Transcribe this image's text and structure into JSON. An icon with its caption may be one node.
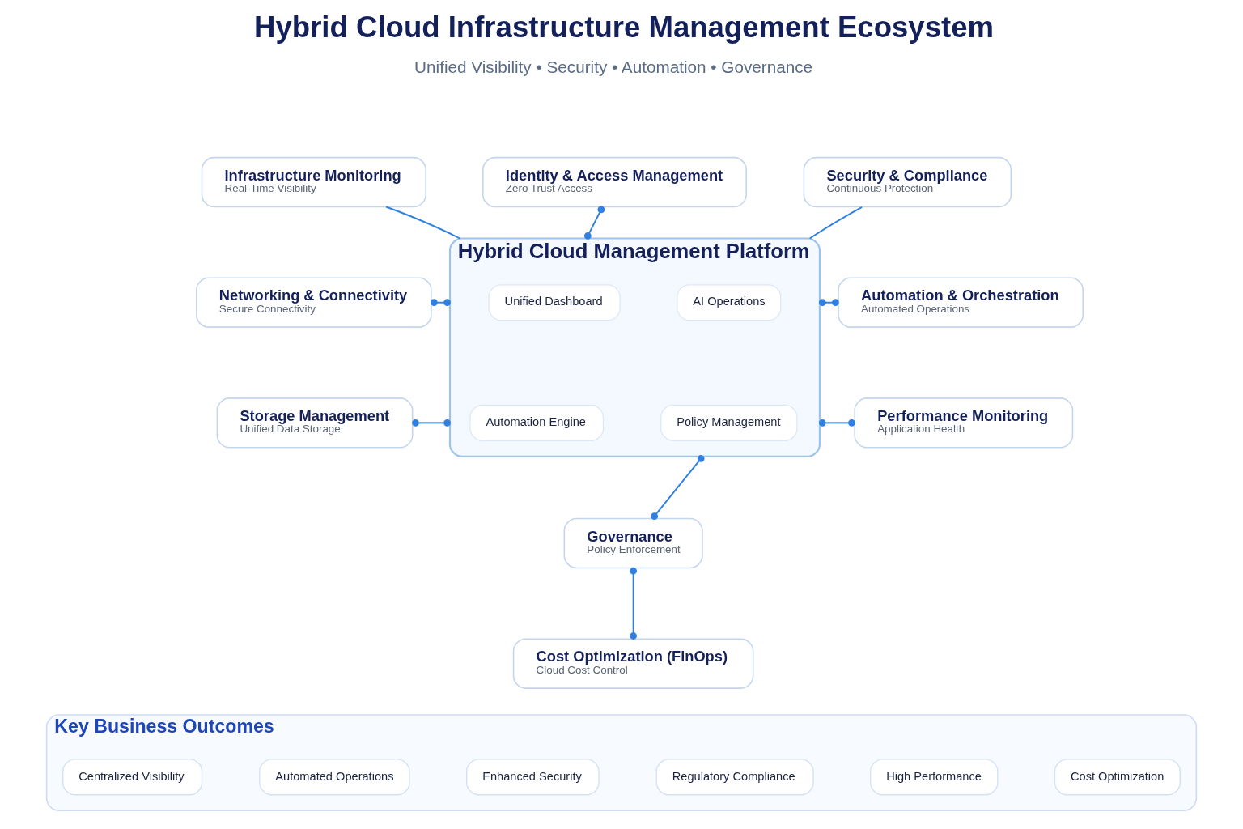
{
  "diagram": {
    "title": "Hybrid Cloud Infrastructure Management Ecosystem",
    "nodes": [
      {
        "text": [
          "Infrastructure Monitoring",
          "Real-Time Visibility"
        ]
      },
      {
        "text": [
          "Identity & Access Management",
          "Zero Trust Access"
        ]
      },
      {
        "text": [
          "Security & Compliance",
          "Continuous Protection"
        ]
      },
      {
        "text": [
          "Networking & Connectivity",
          "Secure Connectivity"
        ]
      },
      {
        "text": [
          "Hybrid Cloud Management Platform"
        ]
      },
      {
        "text": [
          "Unified Dashboard"
        ],
        "in": 4
      },
      {
        "text": [
          "AI Operations"
        ],
        "in": 4
      },
      {
        "text": [
          "Automation Engine"
        ],
        "in": 4
      },
      {
        "text": [
          "Policy Management"
        ],
        "in": 4
      },
      {
        "text": [
          "Automation & Orchestration",
          "Automated Operations"
        ]
      },
      {
        "text": [
          "Storage Management",
          "Unified Data Storage"
        ]
      },
      {
        "text": [
          "Performance Monitoring",
          "Application Health"
        ]
      },
      {
        "text": [
          "Governance",
          "Policy Enforcement"
        ]
      },
      {
        "text": [
          "Cost Optimization (FinOps)",
          "Cloud Cost Control"
        ]
      },
      {
        "text": [
          "Key Business Outcomes"
        ]
      },
      {
        "text": [
          "Centralized Visibility"
        ],
        "in": 14
      },
      {
        "text": [
          "Automated Operations"
        ],
        "in": 14
      },
      {
        "text": [
          "Enhanced Security"
        ],
        "in": 14
      },
      {
        "text": [
          "Regulatory Compliance"
        ],
        "in": 14
      },
      {
        "text": [
          "High Performance"
        ],
        "in": 14
      },
      {
        "text": [
          "Cost Optimization"
        ],
        "in": 14
      }
    ],
    "edges": [
      {
        "from": 0,
        "to": 4,
        "arrow": "none"
      },
      {
        "from": 1,
        "to": 4,
        "arrow": "other"
      },
      {
        "from": 2,
        "to": 4,
        "arrow": "none"
      },
      {
        "from": 3,
        "to": 4,
        "arrow": "other"
      },
      {
        "from": 4,
        "to": 9,
        "arrow": "other"
      },
      {
        "from": 10,
        "to": 4,
        "arrow": "other"
      },
      {
        "from": 4,
        "to": 11,
        "arrow": "other"
      },
      {
        "from": 4,
        "to": 12,
        "arrow": "other"
      },
      {
        "from": 12,
        "to": 13,
        "arrow": "other"
      }
    ],
    "labels": [
      "Unified Visibility • Security • Automation • Governance"
    ]
  }
}
